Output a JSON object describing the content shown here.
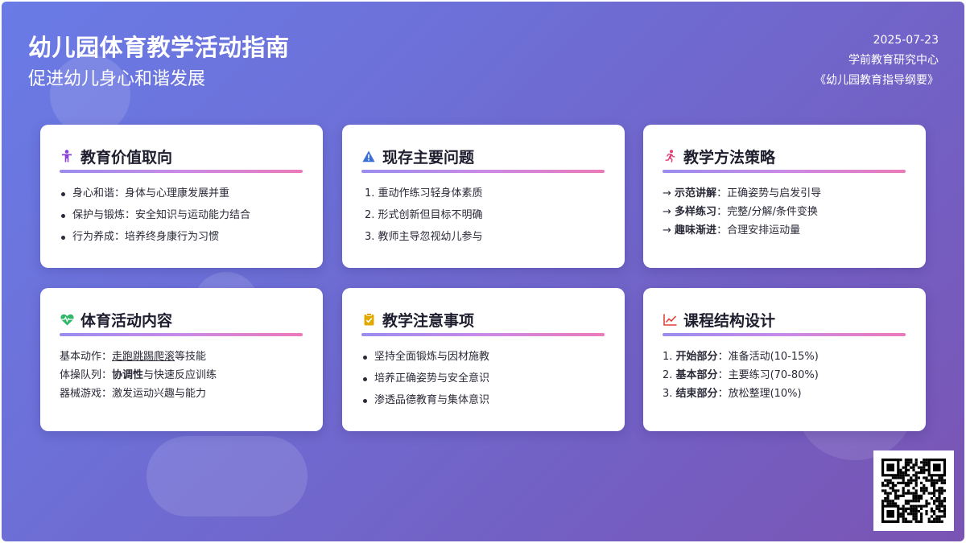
{
  "header": {
    "title": "幼儿园体育教学活动指南",
    "subtitle": "促进幼儿身心和谐发展",
    "date": "2025-07-23",
    "org": "学前教育研究中心",
    "source": "《幼儿园教育指导纲要》"
  },
  "cards": {
    "values": {
      "title": "教育价值取向",
      "icon": "child-icon",
      "icon_color": "#8b3fd9",
      "items": [
        "身心和谐：身体与心理康发展并重",
        "保护与锻炼：安全知识与运动能力结合",
        "行为养成：培养终身康行为习惯"
      ]
    },
    "problems": {
      "title": "现存主要问题",
      "icon": "warning-icon",
      "icon_color": "#3b6fd8",
      "items": [
        "1. 重动作练习轻身体素质",
        "2. 形式创新但目标不明确",
        "3. 教师主导忽视幼儿参与"
      ]
    },
    "methods": {
      "title": "教学方法策略",
      "icon": "running-icon",
      "icon_color": "#e0407a",
      "items": [
        {
          "arrow": "→",
          "label": "示范讲解",
          "text": "：正确姿势与启发引导"
        },
        {
          "arrow": "→",
          "label": "多样练习",
          "text": "：完整/分解/条件变换"
        },
        {
          "arrow": "→",
          "label": "趣味渐进",
          "text": "：合理安排运动量"
        }
      ]
    },
    "content": {
      "title": "体育活动内容",
      "icon": "heartbeat-icon",
      "icon_color": "#2fb86a",
      "line1_label": "基本动作：",
      "line1_underline": "走跑跳踢爬滚",
      "line1_rest": "等技能",
      "line2_label": "体操队列：",
      "line2_bold": "协调性",
      "line2_rest": "与快速反应训练",
      "line3_label": "器械游戏：",
      "line3_rest": "激发运动兴趣与能力"
    },
    "notes": {
      "title": "教学注意事项",
      "icon": "clipboard-check-icon",
      "icon_color": "#e0a800",
      "items": [
        "坚持全面锻炼与因材施教",
        "培养正确姿势与安全意识",
        "渗透品德教育与集体意识"
      ]
    },
    "structure": {
      "title": "课程结构设计",
      "icon": "line-chart-icon",
      "icon_color": "#e0403a",
      "items": [
        {
          "num": "1.",
          "label": "开始部分",
          "text": "：准备活动(10-15%)"
        },
        {
          "num": "2.",
          "label": "基本部分",
          "text": "：主要练习(70-80%)"
        },
        {
          "num": "3.",
          "label": "结束部分",
          "text": "：放松整理(10%)"
        }
      ]
    }
  },
  "qr_icon": "qr-code-icon",
  "colors": {
    "accent_gradient_start": "#9a8cf0",
    "accent_gradient_end": "#ec79b9",
    "background_start": "#6a7be6",
    "background_end": "#7a54b3"
  }
}
